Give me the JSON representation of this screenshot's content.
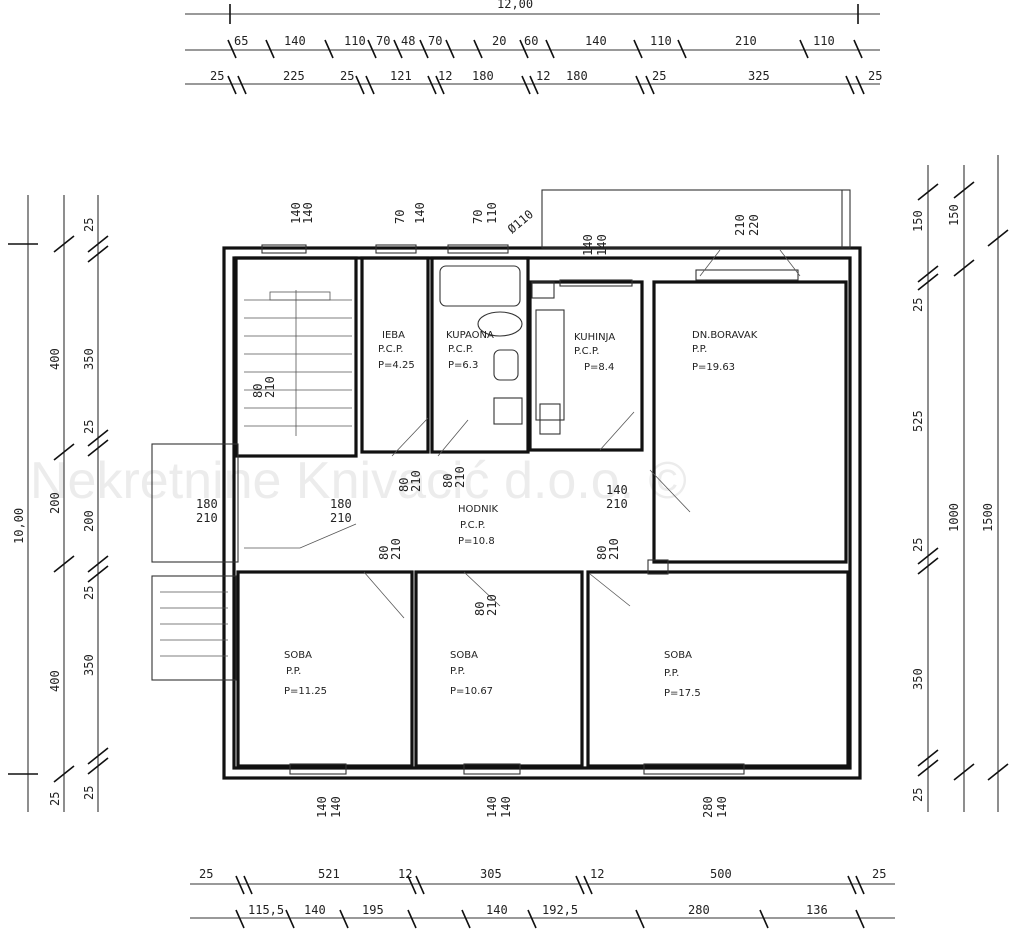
{
  "watermark": "Nekretnine Knivacić d.o.o. ©",
  "top_dims": {
    "overall": "12,00",
    "row1": [
      "65",
      "140",
      "110",
      "70",
      "48",
      "70",
      "20",
      "60",
      "140",
      "110",
      "210",
      "110"
    ],
    "row2": [
      "25",
      "225",
      "25",
      "121",
      "12",
      "180",
      "12",
      "180",
      "25",
      "325",
      "25"
    ]
  },
  "bottom_dims": {
    "row1": [
      "25",
      "521",
      "12",
      "305",
      "12",
      "500",
      "25"
    ],
    "row2": [
      "115,5",
      "140",
      "195",
      "140",
      "192,5",
      "280",
      "136"
    ]
  },
  "left_dims": {
    "overall": "10,00",
    "outer": [
      "400",
      "200",
      "400",
      "25"
    ],
    "inner": [
      "25",
      "350",
      "25",
      "200",
      "25",
      "350",
      "25"
    ]
  },
  "right_dims": {
    "overall1": "1000",
    "overall2": "1500",
    "outer": [
      "150",
      "25",
      "525",
      "25",
      "350",
      "25"
    ],
    "inner": [
      "150"
    ]
  },
  "openings": {
    "top": [
      "140",
      "140",
      "70",
      "140",
      "70",
      "110",
      "140",
      "140",
      "210",
      "220"
    ],
    "bottom": [
      "140",
      "140",
      "140",
      "140",
      "280",
      "140"
    ],
    "inner": [
      "180",
      "210",
      "180",
      "210",
      "80",
      "210",
      "140",
      "210",
      "80",
      "210",
      "80",
      "210",
      "80",
      "210",
      "80",
      "210",
      "80",
      "210"
    ]
  },
  "rooms": [
    {
      "name": "IEBA",
      "floor": "P.C.P.",
      "area": "P=4.25"
    },
    {
      "name": "KUPAONA",
      "floor": "P.C.P.",
      "area": "P=6.3"
    },
    {
      "name": "KUHINJA",
      "floor": "P.C.P.",
      "area": "P=8.4"
    },
    {
      "name": "DN.BORAVAK",
      "floor": "P.P.",
      "area": "P=19.63"
    },
    {
      "name": "HODNIK",
      "floor": "P.C.P.",
      "area": "P=10.8"
    },
    {
      "name": "SOBA",
      "floor": "P.P.",
      "area": "P=11.25"
    },
    {
      "name": "SOBA",
      "floor": "P.P.",
      "area": "P=10.67"
    },
    {
      "name": "SOBA",
      "floor": "P.P.",
      "area": "P=17.5"
    }
  ],
  "annotation": "Ø110"
}
